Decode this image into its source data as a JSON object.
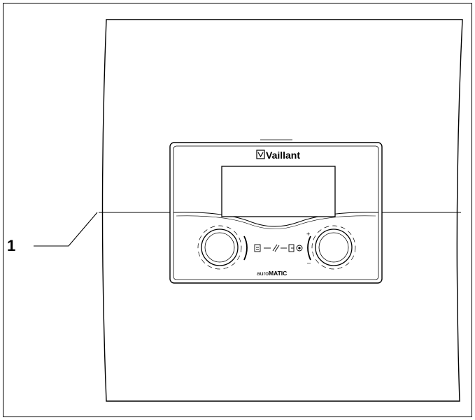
{
  "callout": {
    "number": "1"
  },
  "device": {
    "brand": "Vaillant",
    "product_prefix": "auro",
    "product_suffix": "MATIC",
    "mode_plus": "+",
    "mode_minus": "–"
  },
  "colors": {
    "line": "#000000",
    "background": "#ffffff"
  },
  "icons": [
    "vaillant-logo-icon",
    "mode-symbols-icon",
    "knob-icon"
  ]
}
